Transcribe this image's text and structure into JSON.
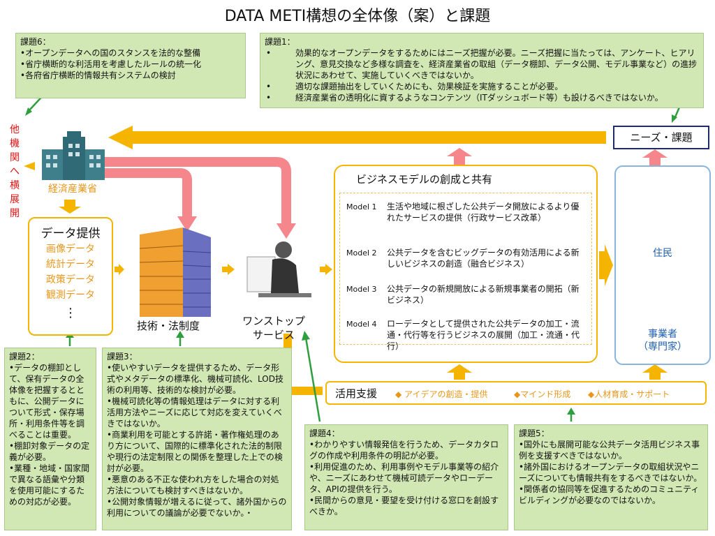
{
  "title": "DATA METI構想の全体像（案）と課題",
  "k6": {
    "title": "課題6：",
    "items": [
      "•オープンデータへの国のスタンスを法的な整備",
      "•省庁横断的な利活用を考慮したルールの統一化",
      "•各府省庁横断的情報共有システムの検討"
    ]
  },
  "k1": {
    "title": "課題1：",
    "items": [
      "効果的なオープンデータをするためにはニーズ把握が必要。ニーズ把握に当たっては、アンケート、ヒアリング、意見交換など多様な調査を、経済産業省の取組（データ棚卸、データ公開、モデル事業など）の進捗状況にあわせて、実施していくべきではないか。",
      "適切な課題抽出をしていくためにも、効果検証を実施することが必要。",
      "経済産業省の透明化に資するようなコンテンツ（ITダッシュボード等）も設けるべきではないか。"
    ]
  },
  "k2": {
    "title": "課題2：",
    "items": [
      "•データの棚卸として、保有データの全体像を把握するとともに、公開データについて形式・保存場所・利用条件等を調べることは重要。",
      "•棚卸対象データの定義が必要。",
      "•業種・地域・国家間で異なる語彙や分類を使用可能にするための対応が必要。"
    ]
  },
  "k3": {
    "title": "課題3：",
    "items": [
      "•使いやすいデータを提供するため、データ形式やメタデータの標準化、機械可読化、LOD技術の利用等、技術的な検討が必要。",
      "•機械可読化等の情報処理はデータに対する利活用方法やニーズに応じて対応を変えていくべきではないか。",
      "•商業利用を可能とする許諾・著作権処理のあり方について、国際的に標準化された法的制限や現行の法定制限との関係を整理した上での検討が必要。",
      "•悪意のある不正な使われ方をした場合の対処方法についても検討すべきはないか。",
      "•公開対象情報が増えるに従って、諸外国からの利用についての議論が必要でないか。・"
    ]
  },
  "k4": {
    "title": "課題4：",
    "items": [
      "•わかりやすい情報発信を行うため、データカタログの作成や利用条件の明記が必要。",
      "•利用促進のため、利用事例やモデル事業等の紹介や、ニーズにあわせて機械可読データやローデータ、APIの提供を行う。",
      "•民間からの意見・要望を受け付ける窓口を創設すべきか。"
    ]
  },
  "k5": {
    "title": "課題5：",
    "items": [
      "•国外にも展開可能な公共データ活用ビジネス事例を支援すべきではないか。",
      "•諸外国におけるオープンデータの取組状況やニーズについても情報共有をするべきではないか。",
      "•関係者の協同等を促進するためのコミュニティビルディングが必要なのではないか。"
    ]
  },
  "needs": "ニーズ・課題",
  "jumin": "住民",
  "jigyousha": [
    "事業者",
    "（専門家）"
  ],
  "meti": "経済産業省",
  "other": "他機関へ横展開",
  "data": {
    "title": "データ提供",
    "items": [
      "画像データ",
      "統計データ",
      "政策データ",
      "観測データ"
    ],
    "ellipsis": "⋮"
  },
  "tech": "技術・法制度",
  "onestop": [
    "ワンストップ",
    "サービス"
  ],
  "bm": {
    "title": "ビジネスモデルの創成と共有",
    "models": [
      {
        "label": "Model 1",
        "text": "生活や地域に根ざした公共データ開放によるより優れたサービスの提供（行政サービス改革）"
      },
      {
        "label": "Model 2",
        "text": "公共データを含むビッグデータの有効活用による新しいビジネスの創造（融合ビジネス）"
      },
      {
        "label": "Model 3",
        "text": "公共データの新規開放による新規事業者の開拓（新ビジネス）"
      },
      {
        "label": "Model 4",
        "text": "ローデータとして提供された公共データの加工・流通・代行等を行うビジネスの展開（加工・流通・代行）"
      }
    ]
  },
  "katsu": {
    "title": "活用支援",
    "items": [
      "◆ アイデアの創造・提供",
      "◆マインド形成",
      "◆人材育成・サポート"
    ]
  },
  "colors": {
    "green_box": "#d2e8b4",
    "orange": "#f4b400",
    "pink": "#f4868c",
    "arrow_green": "#2e9e3e",
    "blue_border": "#8ab4de"
  }
}
